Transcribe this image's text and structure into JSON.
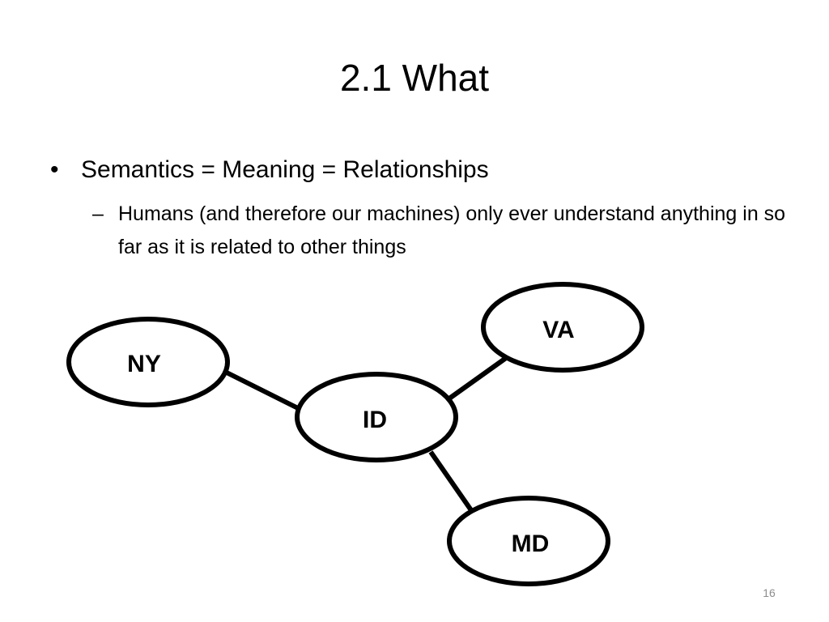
{
  "slide": {
    "title": "2.1 What",
    "bullets": [
      {
        "marker": "•",
        "text": "Semantics = Meaning = Relationships",
        "sub": [
          {
            "marker": "–",
            "text": "Humans (and therefore our machines) only ever understand anything in so far as it is related to other things"
          }
        ]
      }
    ],
    "page_number": "16"
  },
  "diagram": {
    "nodes": [
      {
        "id": "ny",
        "label": "NY"
      },
      {
        "id": "id",
        "label": "ID"
      },
      {
        "id": "va",
        "label": "VA"
      },
      {
        "id": "md",
        "label": "MD"
      }
    ],
    "edges": [
      {
        "from": "ny",
        "to": "id"
      },
      {
        "from": "id",
        "to": "va"
      },
      {
        "from": "id",
        "to": "md"
      }
    ],
    "colors": {
      "stroke": "#000000",
      "fill": "#ffffff"
    }
  }
}
